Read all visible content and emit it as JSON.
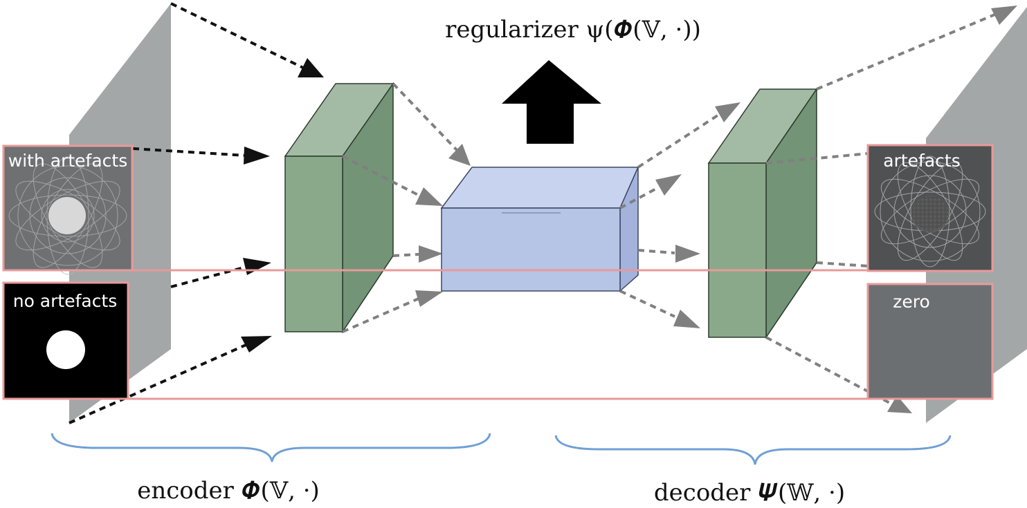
{
  "labels": {
    "regularizer": "regularizer ψ(𝜱(𝕍, ·))",
    "encoder": "encoder 𝜱(𝕍, ·)",
    "decoder": "decoder 𝜳(𝕎, ·)",
    "with_artefacts": "with artefacts",
    "no_artefacts": "no artefacts",
    "artefacts": "artefacts",
    "zero": "zero"
  },
  "colors": {
    "input_plane": "#a4a7a8",
    "green_front": "#8aa98b",
    "green_top": "#a3bba4",
    "green_side": "#739477",
    "latent_front": "#b6c4e6",
    "latent_top": "#c8d3ef",
    "latent_side": "#a4b3dc",
    "pink_border": "#e89a9a",
    "brace": "#6f9fd4",
    "arrow_black": "#111111",
    "arrow_gray": "#808080"
  }
}
